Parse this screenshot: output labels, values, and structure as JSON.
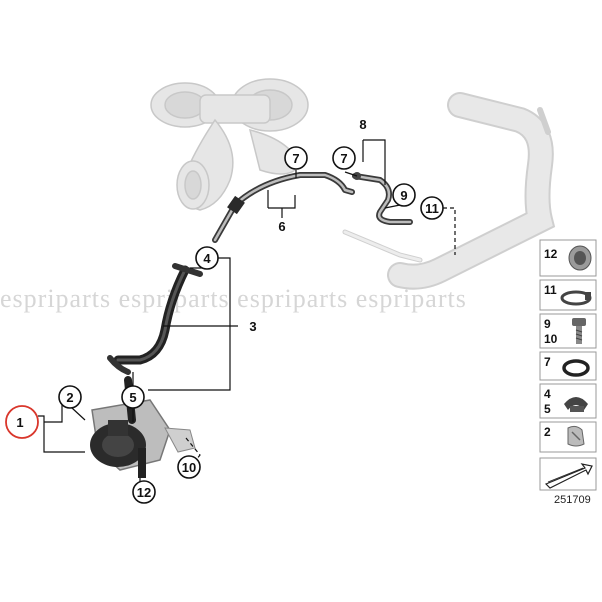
{
  "watermark": "espriparts espriparts espriparts espriparts",
  "diagram_id": "251709",
  "callouts": {
    "c1": "1",
    "c2": "2",
    "c3": "3",
    "c4": "4",
    "c5": "5",
    "c6": "6",
    "c7a": "7",
    "c7b": "7",
    "c8": "8",
    "c9": "9",
    "c10": "10",
    "c11": "11",
    "c12": "12"
  },
  "legend": {
    "items": [
      {
        "label": "12"
      },
      {
        "label": "11"
      },
      {
        "label": "9",
        "label2": "10"
      },
      {
        "label": "7"
      },
      {
        "label": "4",
        "label2": "5"
      },
      {
        "label": "2"
      }
    ]
  },
  "colors": {
    "ghost_part": "#e2e2e2",
    "ghost_outline": "#c4c4c4",
    "hose": "#5a5a5a",
    "hose_dark": "#2a2a2a",
    "highlight_circle": "#d9362b"
  }
}
